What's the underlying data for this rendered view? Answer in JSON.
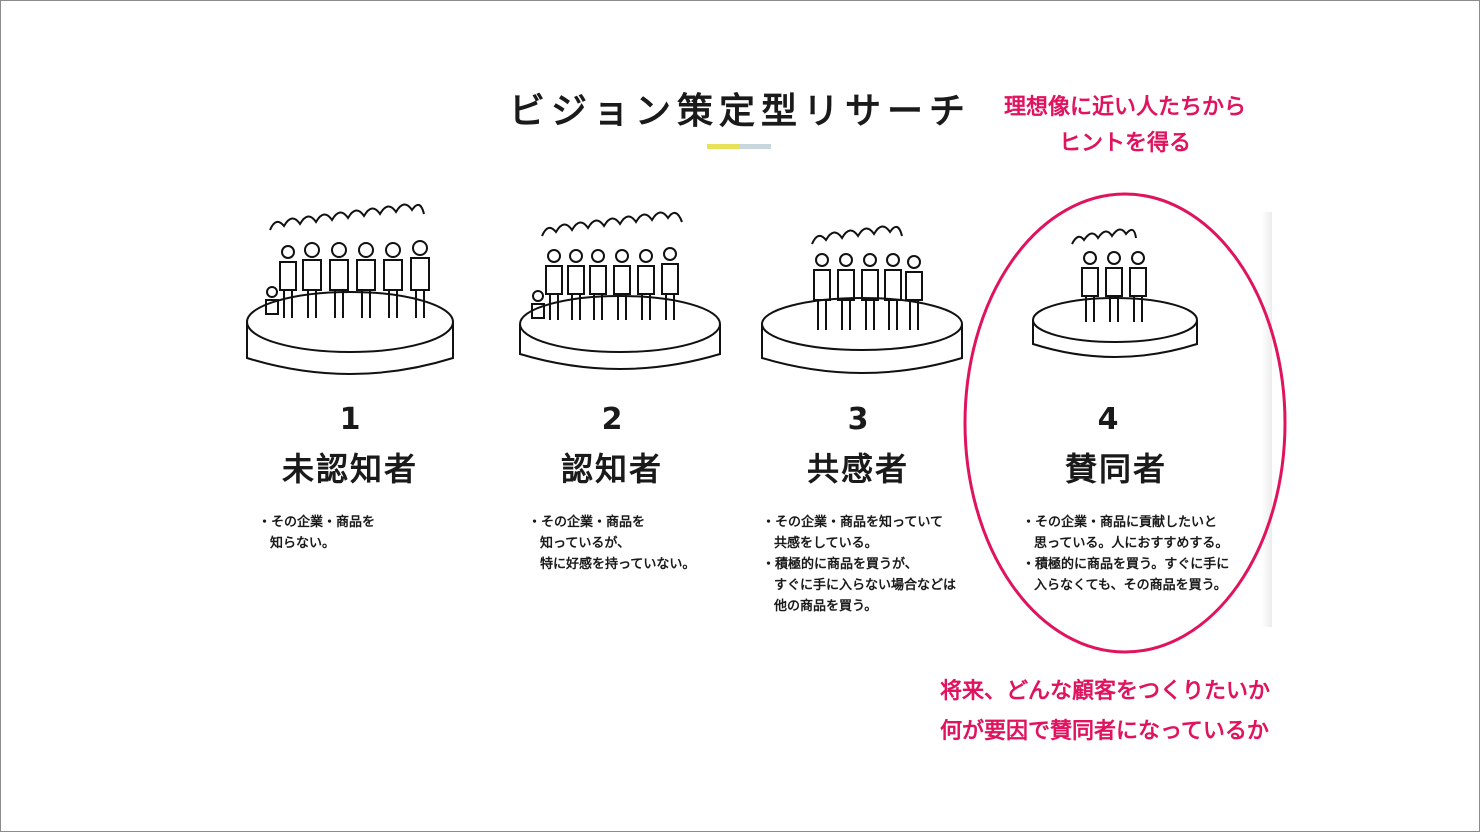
{
  "title": "ビジョン策定型リサーチ",
  "annotation_top": [
    "理想像に近い人たちから",
    "ヒントを得る"
  ],
  "annotation_bottom": [
    "将来、どんな顧客をつくりたいか",
    "何が要因で賛同者になっているか"
  ],
  "colors": {
    "accent_pink": "#e0135f",
    "bar_yellow": "#e8e25a",
    "bar_grey": "#c8d7dd"
  },
  "stages": [
    {
      "number": "1",
      "name": "未認知者",
      "desc": [
        "その企業・商品を\n知らない。"
      ]
    },
    {
      "number": "2",
      "name": "認知者",
      "desc": [
        "その企業・商品を\n知っているが、\n特に好感を持っていない。"
      ]
    },
    {
      "number": "3",
      "name": "共感者",
      "desc": [
        "その企業・商品を知っていて\n共感をしている。",
        "積極的に商品を買うが、\nすぐに手に入らない場合などは\n他の商品を買う。"
      ]
    },
    {
      "number": "4",
      "name": "賛同者",
      "desc": [
        "その企業・商品に貢献したいと\n思っている。人におすすめする。",
        "積極的に商品を買う。すぐに手に\n入らなくても、その商品を買う。"
      ]
    }
  ]
}
